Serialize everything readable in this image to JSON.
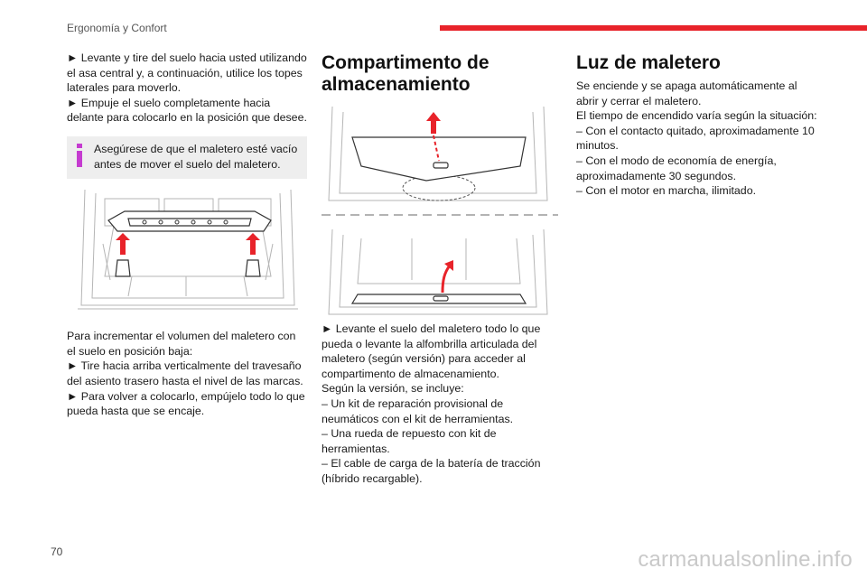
{
  "header": {
    "title": "Ergonomía y Confort"
  },
  "col1": {
    "p1": "► Levante y tire del suelo hacia usted utilizando el asa central y, a continuación, utilice los topes laterales para moverlo.",
    "p2": "► Empuje el suelo completamente hacia delante para colocarlo en la posición que desee.",
    "note": "Asegúrese de que el maletero esté vacío antes de mover el suelo del maletero.",
    "p3": "Para incrementar el volumen del maletero con el suelo en posición baja:",
    "p4": "► Tire hacia arriba verticalmente del travesaño del asiento trasero hasta el nivel de las marcas.",
    "p5": "► Para volver a colocarlo, empújelo todo lo que pueda hasta que se encaje."
  },
  "col2": {
    "heading": "Compartimento de almacenamiento",
    "p1": "► Levante el suelo del maletero todo lo que pueda o levante la alfombrilla articulada del maletero (según versión) para acceder al compartimento de almacenamiento.",
    "p2": "Según la versión, se incluye:",
    "items": [
      "– Un kit de reparación provisional de neumáticos con el kit de herramientas.",
      "– Una rueda de repuesto con kit de herramientas.",
      "– El cable de carga de la batería de tracción (híbrido recargable)."
    ]
  },
  "col3": {
    "heading": "Luz de maletero",
    "p1": "Se enciende y se apaga automáticamente al abrir y cerrar el maletero.",
    "p2": "El tiempo de encendido varía según la situación:",
    "items": [
      "– Con el contacto quitado, aproximadamente 10 minutos.",
      "– Con el modo de economía de energía, aproximadamente 30 segundos.",
      "– Con el motor en marcha, ilimitado."
    ]
  },
  "footer": {
    "page_number": "70",
    "watermark": "carmanualsonline.info"
  },
  "colors": {
    "accent": "#e8232a",
    "info_icon": "#c53bd0",
    "note_background": "#eeeeee",
    "arrow": "#e8232a"
  }
}
